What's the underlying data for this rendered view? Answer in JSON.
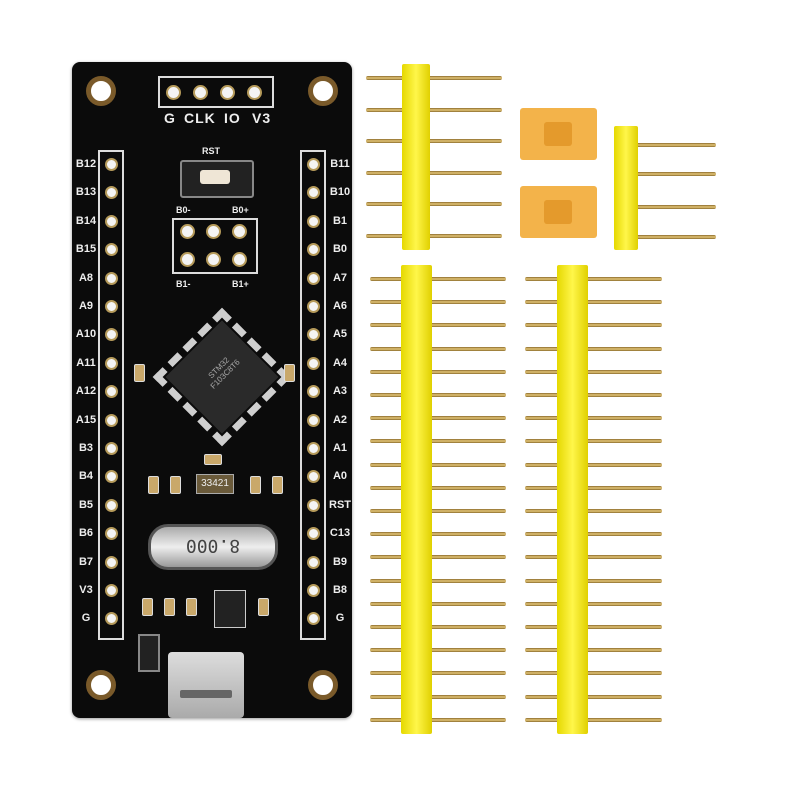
{
  "board": {
    "top_header_labels": [
      "G",
      "CLK",
      "IO",
      "V3"
    ],
    "left_pins": [
      "B12",
      "B13",
      "B14",
      "B15",
      "A8",
      "A9",
      "A10",
      "A11",
      "A12",
      "A15",
      "B3",
      "B4",
      "B5",
      "B6",
      "B7",
      "V3",
      "G"
    ],
    "right_pins": [
      "B11",
      "B10",
      "B1",
      "B0",
      "A7",
      "A6",
      "A5",
      "A4",
      "A3",
      "A2",
      "A1",
      "A0",
      "RST",
      "C13",
      "B9",
      "B8",
      "G"
    ],
    "reset_label": "RST",
    "boot_labels": {
      "b0_minus": "B0-",
      "b0_plus": "B0+",
      "b1_minus": "B1-",
      "b1_plus": "B1+"
    },
    "chip_marking": "STM32 F103C8T6",
    "regulator_marking": "33421",
    "crystal_marking": "8.000"
  },
  "colors": {
    "pcb": "#0b0b0b",
    "header_plastic": "#f5ea1e",
    "jumper": "#f3b34a",
    "pin_gold": "#c9a050"
  },
  "accessories": {
    "short_header_pins": 6,
    "long_header_pins": 20,
    "right_angle_header_pins": 4,
    "jumpers": 2
  }
}
